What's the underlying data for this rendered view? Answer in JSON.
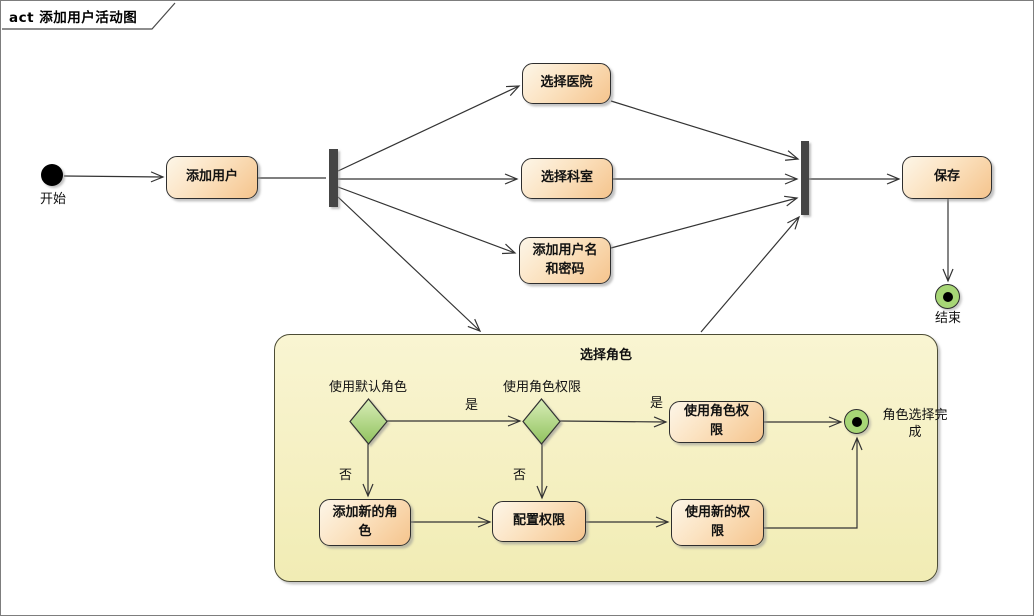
{
  "frame": {
    "title": "act 添加用户活动图"
  },
  "main_flow": {
    "start_label": "开始",
    "add_user": "添加用户",
    "select_hospital": "选择医院",
    "select_department": "选择科室",
    "add_username_password": "添加用户名和密码",
    "save": "保存",
    "end_label": "结束"
  },
  "role_region": {
    "title": "选择角色",
    "decision_default_role_label": "使用默认角色",
    "decision_role_permission_label": "使用角色权限",
    "use_role_permission": "使用角色权限",
    "add_new_role": "添加新的角色",
    "configure_permission": "配置权限",
    "use_new_permission": "使用新的权限",
    "completion_label": "角色选择完成",
    "edge_labels": {
      "yes1": "是",
      "yes2": "是",
      "no1": "否",
      "no2": "否"
    }
  },
  "colors": {
    "activity_fill_top": "#FDF6E8",
    "activity_fill_bottom": "#F5C48D",
    "activity_border": "#2E2E2E",
    "region_fill": "#F5F0C2",
    "decision_fill_top": "#D9EDB8",
    "decision_fill_bottom": "#90C25E",
    "final_node_fill": "#A7D676",
    "fork_join_fill": "#454545",
    "edge_color": "#333333"
  }
}
